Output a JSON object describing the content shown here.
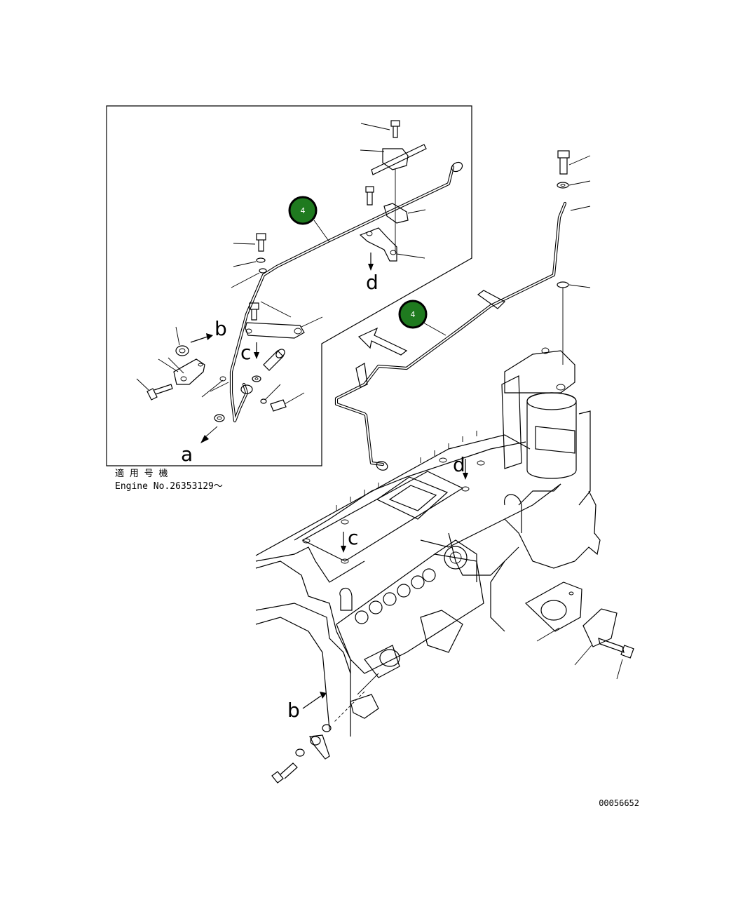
{
  "callouts": [
    {
      "id": "callout-4-inset",
      "number": "4"
    },
    {
      "id": "callout-4-main",
      "number": "4"
    }
  ],
  "view_letters": {
    "a": "a",
    "b": "b",
    "c": "c",
    "d": "d"
  },
  "inset_note": {
    "line1": "適 用 号 機",
    "line2": "Engine No.26353129～"
  },
  "drawing_number": "00056652",
  "colors": {
    "callout_fill": "#1f7a1f",
    "line": "#000000",
    "background": "#ffffff"
  }
}
